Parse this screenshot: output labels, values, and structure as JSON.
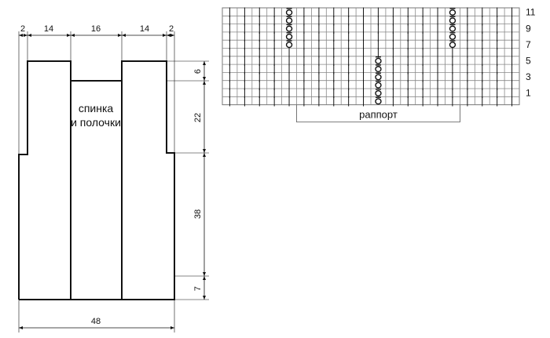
{
  "schematic": {
    "label_line1": "спинка",
    "label_line2": "и полочки",
    "top_dims": [
      "2",
      "14",
      "16",
      "14",
      "2"
    ],
    "right_dims": [
      "6",
      "22",
      "38",
      "7"
    ],
    "bottom_dim": "48"
  },
  "chart": {
    "rows": [
      {
        "num": "11",
        "cells": [
          "|",
          "|",
          "|",
          "|",
          "Ō",
          "|",
          "|",
          "|",
          "|",
          "|",
          "|",
          "|",
          "|",
          "|",
          "|",
          "Ō",
          "|",
          "|",
          "|",
          "|"
        ]
      },
      {
        "num": "",
        "cells": [
          "|",
          "|",
          "|",
          "|",
          "Ō",
          "|",
          "|",
          "|",
          "|",
          "|",
          "|",
          "|",
          "|",
          "|",
          "|",
          "Ō",
          "|",
          "|",
          "|",
          "|"
        ]
      },
      {
        "num": "9",
        "cells": [
          "|",
          "|",
          "|",
          "|",
          "Ō",
          "|",
          "|",
          "|",
          "|",
          "|",
          "|",
          "|",
          "|",
          "|",
          "|",
          "Ō",
          "|",
          "|",
          "|",
          "|"
        ]
      },
      {
        "num": "",
        "cells": [
          "|",
          "|",
          "|",
          "|",
          "Ō",
          "|",
          "|",
          "|",
          "|",
          "|",
          "|",
          "|",
          "|",
          "|",
          "|",
          "Ō",
          "|",
          "|",
          "|",
          "|"
        ]
      },
      {
        "num": "7",
        "cells": [
          "|",
          "|",
          "|",
          "|",
          "Ō",
          "|",
          "|",
          "|",
          "|",
          "|",
          "|",
          "|",
          "|",
          "|",
          "|",
          "Ō",
          "|",
          "|",
          "|",
          "|"
        ]
      },
      {
        "num": "",
        "cells": [
          "|",
          "|",
          "|",
          "|",
          "|",
          "|",
          "|",
          "|",
          "|",
          "|",
          "|",
          "|",
          "|",
          "|",
          "|",
          "|",
          "|",
          "|",
          "|",
          "|"
        ]
      },
      {
        "num": "5",
        "cells": [
          "|",
          "|",
          "|",
          "|",
          "|",
          "|",
          "|",
          "|",
          "|",
          "|",
          "Ō",
          "|",
          "|",
          "|",
          "|",
          "|",
          "|",
          "|",
          "|",
          "|"
        ]
      },
      {
        "num": "",
        "cells": [
          "|",
          "|",
          "|",
          "|",
          "|",
          "|",
          "|",
          "|",
          "|",
          "|",
          "Ō",
          "|",
          "|",
          "|",
          "|",
          "|",
          "|",
          "|",
          "|",
          "|"
        ]
      },
      {
        "num": "3",
        "cells": [
          "|",
          "|",
          "|",
          "|",
          "|",
          "|",
          "|",
          "|",
          "|",
          "|",
          "Ō",
          "|",
          "|",
          "|",
          "|",
          "|",
          "|",
          "|",
          "|",
          "|"
        ]
      },
      {
        "num": "",
        "cells": [
          "|",
          "|",
          "|",
          "|",
          "|",
          "|",
          "|",
          "|",
          "|",
          "|",
          "Ō",
          "|",
          "|",
          "|",
          "|",
          "|",
          "|",
          "|",
          "|",
          "|"
        ]
      },
      {
        "num": "1",
        "cells": [
          "|",
          "|",
          "|",
          "|",
          "|",
          "|",
          "|",
          "|",
          "|",
          "|",
          "Ō",
          "|",
          "|",
          "|",
          "|",
          "|",
          "|",
          "|",
          "|",
          "|"
        ]
      },
      {
        "num": "",
        "cells": [
          "|",
          "|",
          "|",
          "|",
          "|",
          "|",
          "|",
          "|",
          "|",
          "|",
          "Ō",
          "|",
          "|",
          "|",
          "|",
          "|",
          "|",
          "|",
          "|",
          "|"
        ]
      }
    ],
    "repeat_label": "раппорт"
  }
}
